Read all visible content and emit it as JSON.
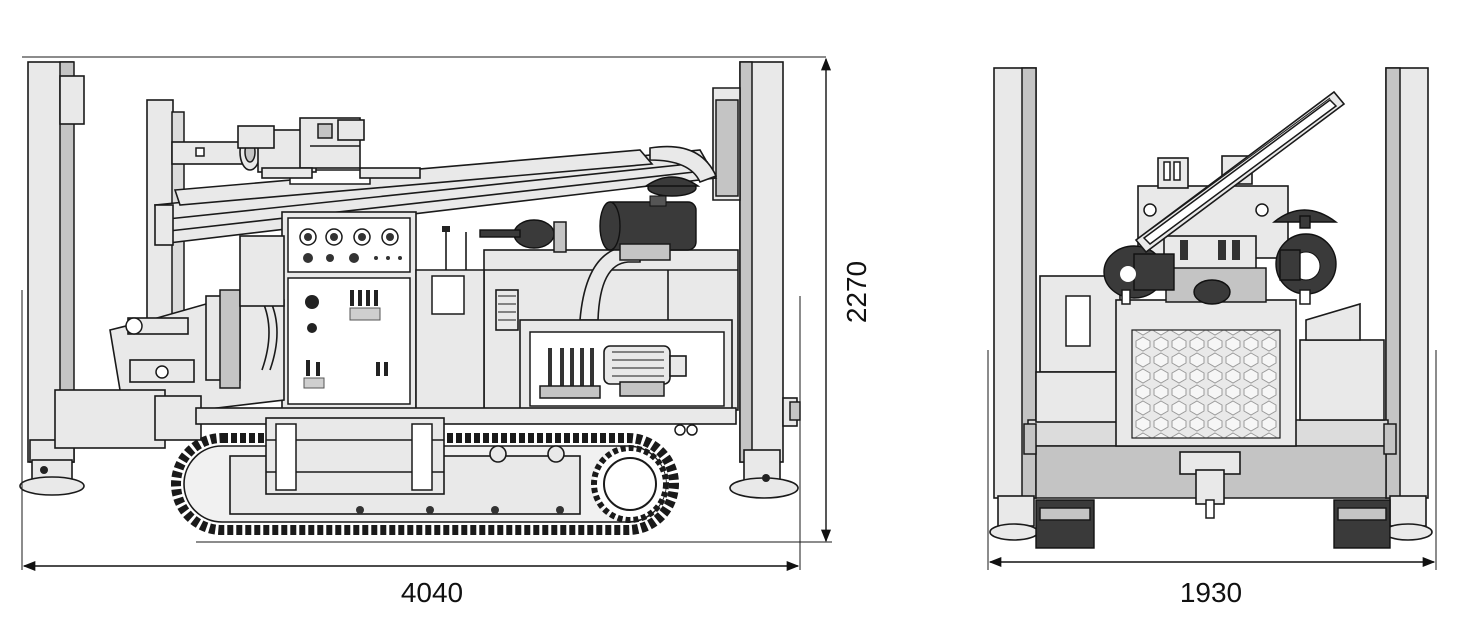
{
  "dimensions": {
    "side_length": "4040",
    "side_height": "2270",
    "front_width": "1930"
  },
  "colors": {
    "line": "#1a1a1a",
    "fill_light": "#e9e9e9",
    "fill_medium": "#c4c4c4",
    "fill_dark": "#3a3a3a"
  }
}
